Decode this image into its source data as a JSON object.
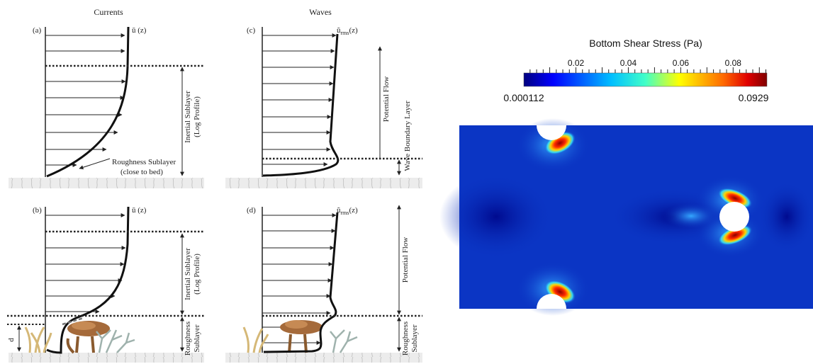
{
  "left_figure": {
    "column_titles": {
      "currents": "Currents",
      "waves": "Waves"
    },
    "panels": {
      "a": {
        "tag": "(a)",
        "profile_label": "ū (z)",
        "zone_label_1": "Inertial Sublayer",
        "zone_label_2": "(Log Profile)",
        "roughness_label_1": "Roughness Sublayer",
        "roughness_label_2": "(close to bed)"
      },
      "b": {
        "tag": "(b)",
        "profile_label": "ū (z)",
        "zone_label_1": "Inertial Sublayer",
        "zone_label_2": "(Log Profile)",
        "roughness_label_1": "Roughness",
        "roughness_label_2": "Sublayer",
        "height_symbol": "d"
      },
      "c": {
        "tag": "(c)",
        "profile_base": "ũ",
        "profile_sub": "rms",
        "profile_arg": "(z)",
        "upper_label": "Potential Flow",
        "lower_label": "Wave Boundary Layer"
      },
      "d": {
        "tag": "(d)",
        "profile_base": "ũ",
        "profile_sub": "rms",
        "profile_arg": "(z)",
        "upper_label": "Potential Flow",
        "roughness_label_1": "Roughness",
        "roughness_label_2": "Sublayer"
      }
    }
  },
  "right_figure": {
    "colorbar": {
      "title": "Bottom Shear Stress (Pa)",
      "min_label": "0.000112",
      "max_label": "0.0929",
      "tick_labels": [
        "0.02",
        "0.04",
        "0.06",
        "0.08"
      ],
      "min": 0.000112,
      "max": 0.0929,
      "colormap": "jet",
      "colors": [
        "#00007f",
        "#0000ff",
        "#00bfff",
        "#41ffc8",
        "#ffff00",
        "#ff6a00",
        "#e00000",
        "#7f0000"
      ]
    },
    "field": {
      "background_color": "#0b35c4",
      "cylinders": [
        "top-left half cylinder",
        "bottom-left half cylinder",
        "right full cylinder"
      ]
    }
  }
}
